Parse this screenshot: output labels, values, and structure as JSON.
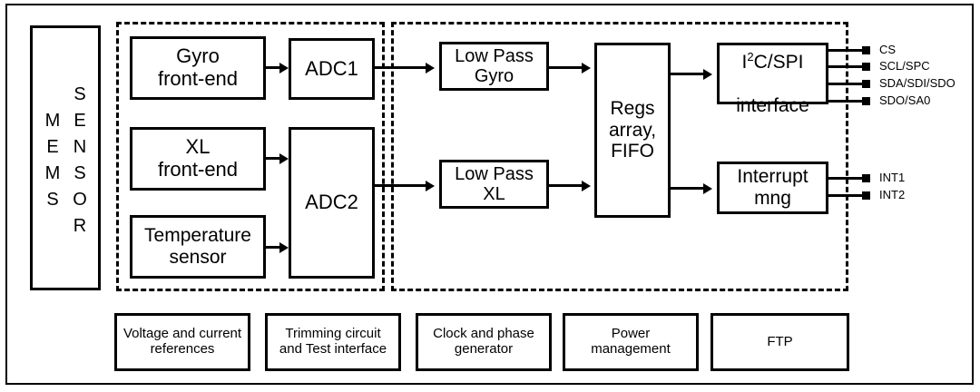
{
  "diagram": {
    "title": "MEMS sensor block diagram",
    "line_color": "#000000",
    "background_color": "#ffffff"
  },
  "sensor_block": {
    "name": "MEMS SENSOR",
    "column_left": "M\nE\nM\nS",
    "column_right": "S\nE\nN\nS\nO\nR"
  },
  "analog_region": {
    "blocks": [
      {
        "id": "gyro-front-end",
        "label": "Gyro\nfront-end"
      },
      {
        "id": "xl-front-end",
        "label": "XL\nfront-end"
      },
      {
        "id": "temperature-sensor",
        "label": "Temperature\nsensor"
      },
      {
        "id": "adc1",
        "label": "ADC1"
      },
      {
        "id": "adc2",
        "label": "ADC2"
      }
    ]
  },
  "digital_region": {
    "blocks": [
      {
        "id": "low-pass-gyro",
        "label": "Low Pass\nGyro"
      },
      {
        "id": "low-pass-xl",
        "label": "Low Pass\nXL"
      },
      {
        "id": "regs-array-fifo",
        "label": "Regs\narray,\nFIFO"
      },
      {
        "id": "i2c-spi-interface",
        "label_prefix": "I",
        "label_sup": "2",
        "label_suffix": "C/SPI",
        "label_line2": "interface"
      },
      {
        "id": "interrupt-mng",
        "label": "Interrupt\nmng"
      }
    ]
  },
  "pins": {
    "interface": [
      {
        "name": "CS"
      },
      {
        "name": "SCL/SPC"
      },
      {
        "name": "SDA/SDI/SDO"
      },
      {
        "name": "SDO/SA0"
      }
    ],
    "interrupt": [
      {
        "name": "INT1"
      },
      {
        "name": "INT2"
      }
    ]
  },
  "support_blocks": [
    {
      "id": "voltage-current-references",
      "label": "Voltage and current\nreferences"
    },
    {
      "id": "trimming-test-interface",
      "label": "Trimming circuit\nand Test interface"
    },
    {
      "id": "clock-phase-generator",
      "label": "Clock and phase\ngenerator"
    },
    {
      "id": "power-management",
      "label": "Power\nmanagement"
    },
    {
      "id": "ftp",
      "label": "FTP"
    }
  ]
}
